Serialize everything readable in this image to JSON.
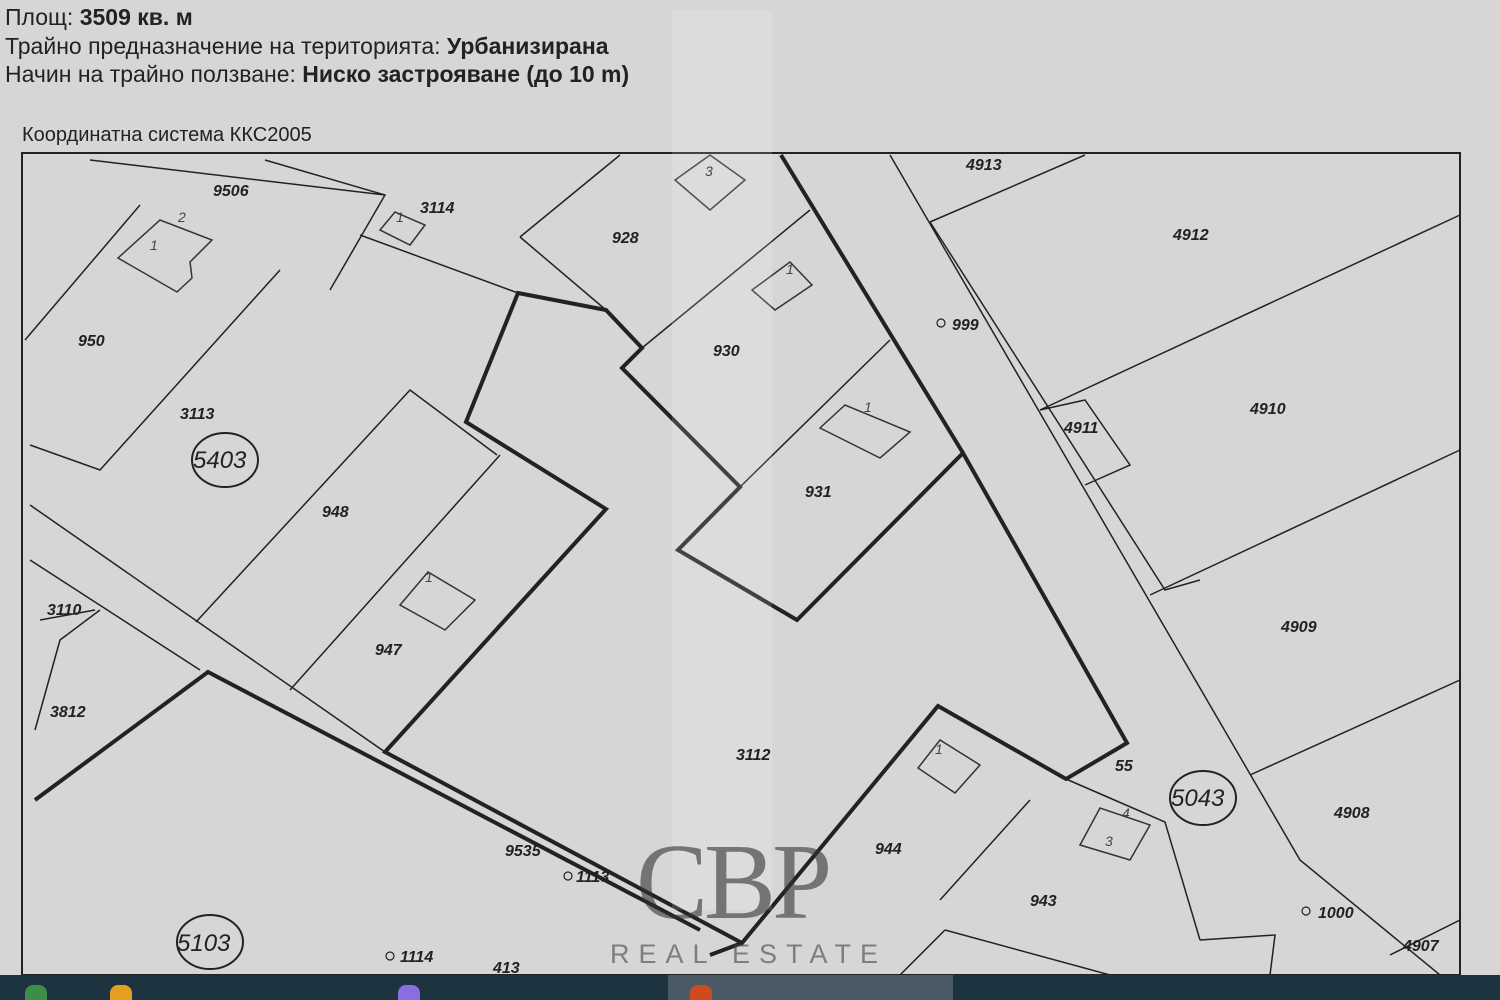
{
  "header": {
    "area_label": "Площ:",
    "area_value": "3509 кв. м",
    "purpose_label": "Трайно предназначение на територията:",
    "purpose_value": "Урбанизирана",
    "usage_label": "Начин на трайно ползване:",
    "usage_value": "Ниско застрояване (до 10 m)",
    "coord_system": "Координатна система ККС2005"
  },
  "map": {
    "parcels": [
      "9506",
      "3114",
      "928",
      "4913",
      "4912",
      "950",
      "930",
      "999",
      "3113",
      "4911",
      "4910",
      "931",
      "948",
      "3110",
      "947",
      "4909",
      "3812",
      "3112",
      "55",
      "4908",
      "944",
      "943",
      "9535",
      "1113",
      "1000",
      "4907",
      "1114",
      "413"
    ],
    "circled_blocks": [
      "5403",
      "5043",
      "5103"
    ],
    "building_numbers": [
      "3",
      "2",
      "1",
      "1",
      "1",
      "1",
      "1",
      "1",
      "4",
      "3"
    ]
  },
  "watermark": {
    "logo": "CBP",
    "tagline": "REAL ESTATE"
  },
  "colors": {
    "paper": "#d6d6d4",
    "lines": "#222222",
    "taskbar": "#1d3440"
  }
}
